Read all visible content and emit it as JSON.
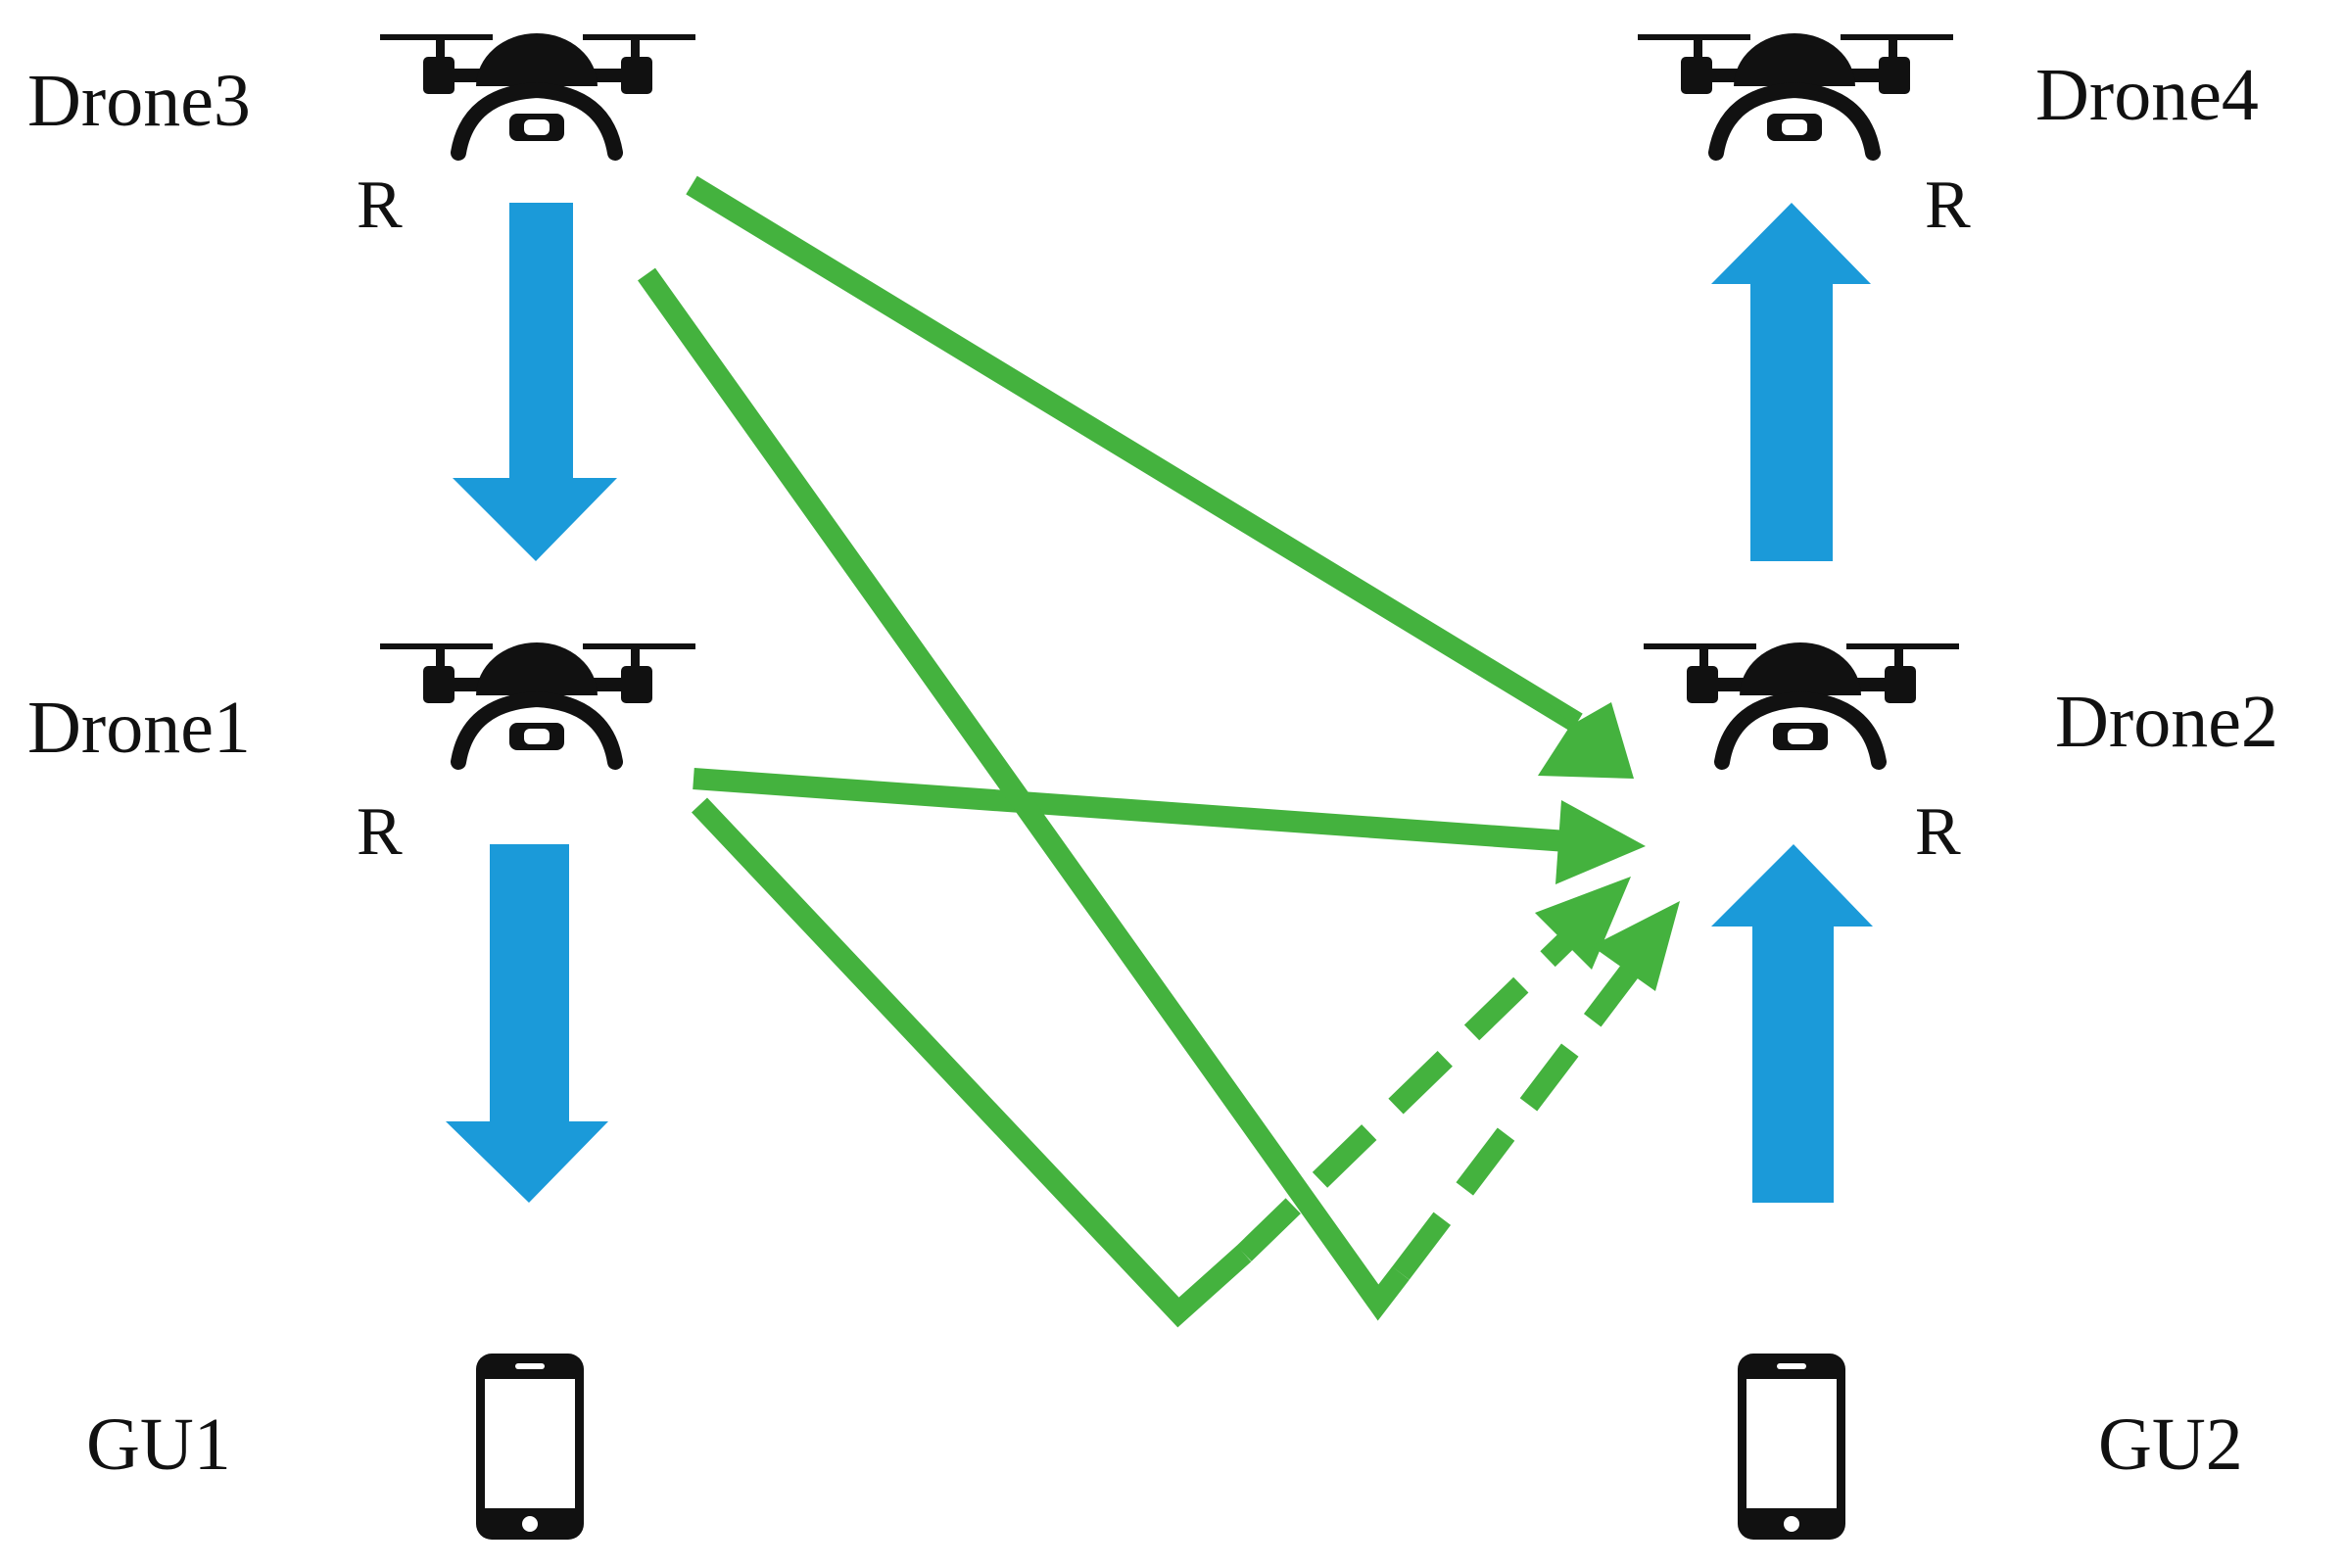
{
  "nodes": {
    "drone3": {
      "label": "Drone3",
      "relay": "R",
      "icon": "drone-icon"
    },
    "drone4": {
      "label": "Drone4",
      "relay": "R",
      "icon": "drone-icon"
    },
    "drone1": {
      "label": "Drone1",
      "relay": "R",
      "icon": "drone-icon"
    },
    "drone2": {
      "label": "Drone2",
      "relay": "R",
      "icon": "drone-icon"
    },
    "gu1": {
      "label": "GU1",
      "icon": "smartphone-icon"
    },
    "gu2": {
      "label": "GU2",
      "icon": "smartphone-icon"
    }
  },
  "links": {
    "blue": [
      {
        "from": "Drone3",
        "to": "Drone1",
        "style": "solid"
      },
      {
        "from": "Drone1",
        "to": "GU1",
        "style": "solid"
      },
      {
        "from": "Drone2",
        "to": "Drone4",
        "style": "solid"
      },
      {
        "from": "GU2",
        "to": "Drone2",
        "style": "solid"
      }
    ],
    "green": [
      {
        "from": "Drone3",
        "to": "Drone2",
        "style": "solid"
      },
      {
        "from": "Drone1",
        "to": "Drone2",
        "style": "solid"
      },
      {
        "from": "Drone1",
        "to": "Drone2",
        "style": "solid-then-dashed"
      },
      {
        "from": "Drone3",
        "to": "Drone2",
        "style": "solid-then-dashed"
      }
    ]
  },
  "colors": {
    "blue_arrow": "#1B9AD9",
    "green_arrow": "#44B23E",
    "icon": "#111111",
    "text": "#111111",
    "background": "#FFFFFF"
  }
}
